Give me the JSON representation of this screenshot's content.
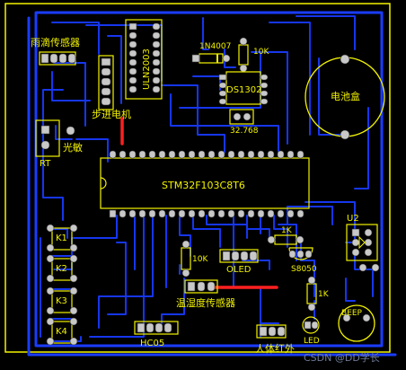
{
  "board": {
    "background": "#000000",
    "silkscreen_color": "#f2f200",
    "trace_color": "#1a3cff",
    "jumper_color": "#ff2020"
  },
  "labels": {
    "rain_sensor": "雨滴传感器",
    "uln": "ULN2003",
    "diode": "1N4007",
    "res_10k_top": "10K",
    "ds1302": "DS1302",
    "crystal": "32.768",
    "battery_box": "电池盒",
    "stepper": "步进电机",
    "light_sensitive": "光敏",
    "rt": "RT",
    "mcu": "STM32F103C8T6",
    "k1": "K1",
    "k2": "K2",
    "k3": "K3",
    "k4": "K4",
    "res_10k_mid": "10K",
    "oled": "OLED",
    "res_1k_a": "1K",
    "s8050": "S8050",
    "res_1k_b": "1K",
    "u2": "U2",
    "temp_hum_sensor": "温湿度传感器",
    "hc05": "HC05",
    "human_ir": "人体红外",
    "led": "LED",
    "beep": "BEEP",
    "watermark": "CSDN @DD学长"
  }
}
